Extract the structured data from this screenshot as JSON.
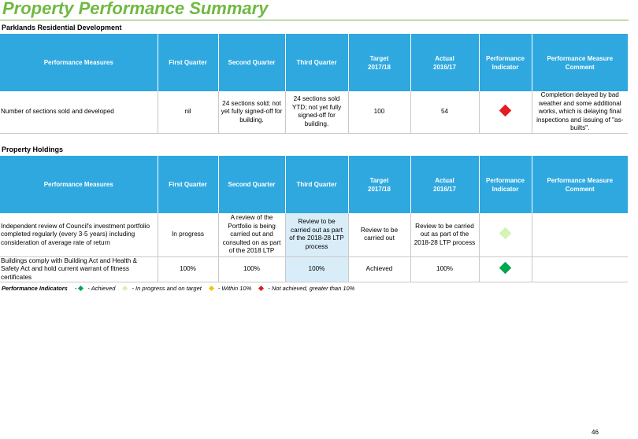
{
  "page": {
    "title": "Property Performance Summary",
    "page_number": "46"
  },
  "colors": {
    "title_green": "#70b941",
    "header_blue": "#2fa8df",
    "highlight_blue": "#d9edf8",
    "achieved": "#00a650",
    "in_progress": "#d4f4b3",
    "within_10": "#f2c700",
    "not_achieved": "#e31b23"
  },
  "headers": {
    "measures": "Performance Measures",
    "q1": "First Quarter",
    "q2": "Second Quarter",
    "q3": "Third Quarter",
    "target_line1": "Target",
    "target_line2": "2017/18",
    "actual_line1": "Actual",
    "actual_line2": "2016/17",
    "indicator_line1": "Performance",
    "indicator_line2": "Indicator",
    "comment_line1": "Performance Measure",
    "comment_line2": "Comment"
  },
  "section1": {
    "title": "Parklands Residential Development",
    "rows": [
      {
        "measure": "Number of sections sold and developed",
        "q1": "nil",
        "q2": "24 sections sold; not yet fully signed-off for building.",
        "q3": "24 sections sold YTD; not yet fully signed-off for building.",
        "target": "100",
        "actual": "54",
        "indicator": "not-achieved",
        "comment": "Completion delayed by bad weather and some additional works, which is delaying final inspections and issuing of \"as-builts\"."
      }
    ]
  },
  "section2": {
    "title": "Property Holdings",
    "rows": [
      {
        "measure": "Independent review of Council's investment portfolio completed regularly (every 3-5 years) including consideration of average rate of return",
        "q1": "In progress",
        "q2": "A review of the Portfolio is being carried out and consulted on as part of the 2018 LTP",
        "q3": "Review to be carried out as part of the 2018-28 LTP process",
        "target": "Review to be carried out",
        "actual": "Review to be carried out as part of the 2018-28 LTP process",
        "indicator": "in-progress",
        "comment": ""
      },
      {
        "measure": "Buildings comply with Building Act and Health & Safety Act and hold current warrant of fitness certificates",
        "q1": "100%",
        "q2": "100%",
        "q3": "100%",
        "target": "Achieved",
        "actual": "100%",
        "indicator": "achieved",
        "comment": ""
      }
    ]
  },
  "legend": {
    "label": "Performance Indicators",
    "separator": "-",
    "items": [
      {
        "icon": "achieved",
        "text": "- Achieved"
      },
      {
        "icon": "in-progress",
        "text": "- In progress and on target"
      },
      {
        "icon": "within-10",
        "text": "- Within 10%"
      },
      {
        "icon": "not-achieved",
        "text": "- Not achieved, greater than 10%"
      }
    ]
  }
}
